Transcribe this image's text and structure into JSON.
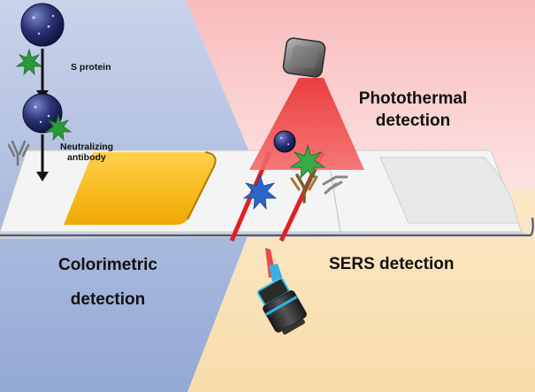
{
  "diagram": {
    "steps": {
      "s_protein": "S protein",
      "neutralizing": [
        "Neutralizing",
        "antibody"
      ]
    },
    "regions": {
      "photothermal": [
        "Photothermal",
        "detection"
      ],
      "sers": "SERS detection",
      "colorimetric": [
        "Colorimetric",
        "detection"
      ]
    },
    "colors": {
      "colorimetric_bg": "#9fb2d9",
      "photothermal_bg": "#f7c3c3",
      "sers_bg": "#f9e1b4",
      "pad": "#f5b800",
      "test_line": "#e02020",
      "laser": "#f04040",
      "virus_star": "#2a9a3a",
      "blue_star": "#2b66c8"
    }
  }
}
